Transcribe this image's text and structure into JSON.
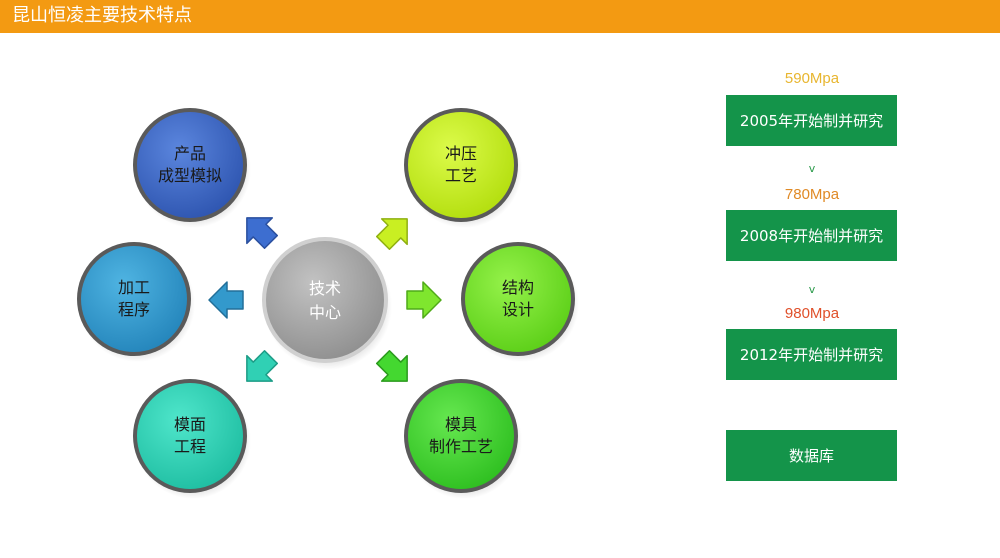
{
  "header": {
    "title": "昆山恒凌主要技术特点"
  },
  "center": {
    "line1": "技术",
    "line2": "中心"
  },
  "nodes": {
    "product": {
      "line1": "产品",
      "line2": "成型模拟"
    },
    "stamping": {
      "line1": "冲压",
      "line2": "工艺"
    },
    "machining": {
      "line1": "加工",
      "line2": "程序"
    },
    "structure": {
      "line1": "结构",
      "line2": "设计"
    },
    "surface": {
      "line1": "模面",
      "line2": "工程"
    },
    "mold": {
      "line1": "模具",
      "line2": "制作工艺"
    }
  },
  "timeline": {
    "steps": [
      {
        "strength": "590Mpa",
        "strength_color": "#e8b630",
        "label": "2005年开始制并研究"
      },
      {
        "strength": "780Mpa",
        "strength_color": "#e08a26",
        "label": "2008年开始制并研究"
      },
      {
        "strength": "980Mpa",
        "strength_color": "#e0502a",
        "label": "2012年开始制并研究"
      }
    ],
    "chevron": "v",
    "database_label": "数据库"
  },
  "colors": {
    "header_bg": "#f39a12",
    "box_green": "#14944a",
    "center_gray": "#a6a6a6",
    "product_blue": "#3e69c6",
    "machining_blue": "#3399cc",
    "surface_teal": "#2fd3b7",
    "stamping_lime": "#c5ee1a",
    "structure_green": "#72e424",
    "mold_green": "#3ed62e"
  }
}
